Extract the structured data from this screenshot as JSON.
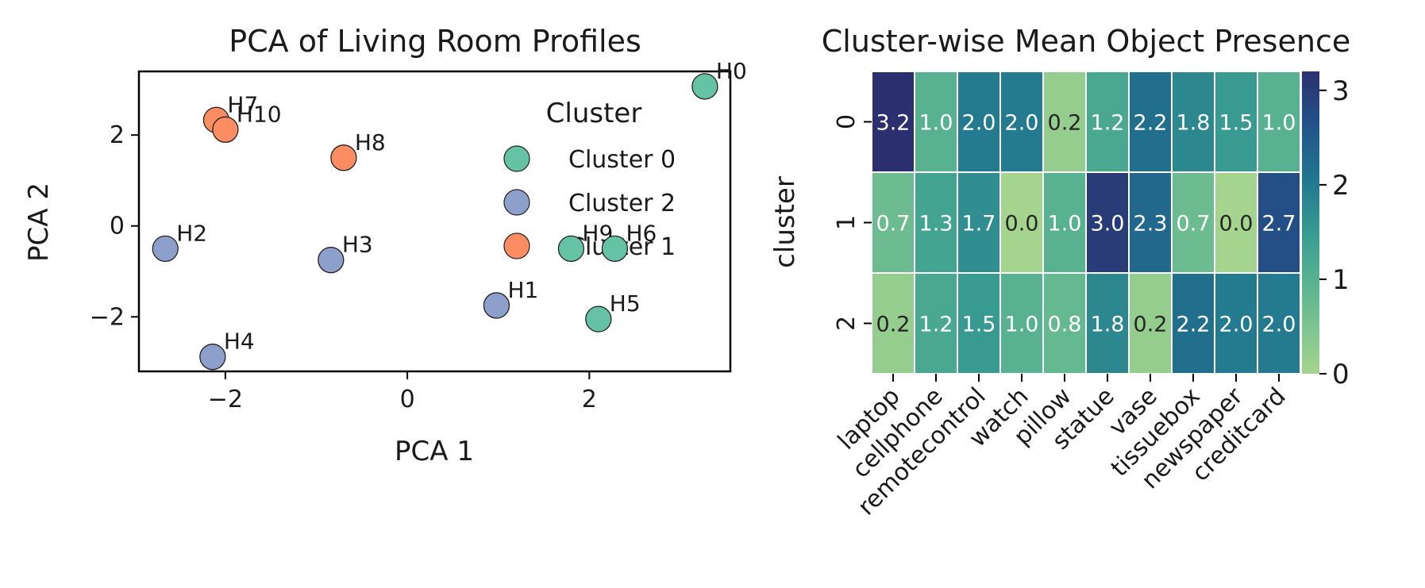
{
  "chart_data": [
    {
      "type": "scatter",
      "title": "PCA of Living Room Profiles",
      "xlabel": "PCA 1",
      "ylabel": "PCA 2",
      "xlim": [
        -2.95,
        3.55
      ],
      "ylim": [
        -3.2,
        3.4
      ],
      "xticks": [
        {
          "value": -2,
          "label": "−2"
        },
        {
          "value": 0,
          "label": "0"
        },
        {
          "value": 2,
          "label": "2"
        }
      ],
      "yticks": [
        {
          "value": -2,
          "label": "−2"
        },
        {
          "value": 0,
          "label": "0"
        },
        {
          "value": 2,
          "label": "2"
        }
      ],
      "grid": false,
      "legend": {
        "title": "Cluster",
        "placement": "upper-right",
        "entries": [
          {
            "label": "Cluster 0",
            "color": "#66c2a5"
          },
          {
            "label": "Cluster 2",
            "color": "#8da0cb"
          },
          {
            "label": "Cluster 1",
            "color": "#fc8d62"
          }
        ]
      },
      "series": [
        {
          "name": "Cluster 0",
          "color": "#66c2a5",
          "points": [
            {
              "label": "H0",
              "x": 3.27,
              "y": 3.07
            },
            {
              "label": "H9",
              "x": 1.8,
              "y": -0.5
            },
            {
              "label": "H6",
              "x": 2.28,
              "y": -0.5
            },
            {
              "label": "H5",
              "x": 2.1,
              "y": -2.05
            }
          ]
        },
        {
          "name": "Cluster 2",
          "color": "#8da0cb",
          "points": [
            {
              "label": "H2",
              "x": -2.66,
              "y": -0.5
            },
            {
              "label": "H3",
              "x": -0.84,
              "y": -0.75
            },
            {
              "label": "H1",
              "x": 0.98,
              "y": -1.75
            },
            {
              "label": "H4",
              "x": -2.14,
              "y": -2.88
            }
          ]
        },
        {
          "name": "Cluster 1",
          "color": "#fc8d62",
          "points": [
            {
              "label": "H7",
              "x": -2.1,
              "y": 2.33
            },
            {
              "label": "H10",
              "x": -2.0,
              "y": 2.12
            },
            {
              "label": "H8",
              "x": -0.7,
              "y": 1.5
            }
          ]
        }
      ]
    },
    {
      "type": "heatmap",
      "title": "Cluster-wise Mean Object Presence",
      "ylabel": "cluster",
      "xlabel": "",
      "columns": [
        "laptop",
        "cellphone",
        "remotecontrol",
        "watch",
        "pillow",
        "statue",
        "vase",
        "tissuebox",
        "newspaper",
        "creditcard"
      ],
      "rows": [
        "0",
        "1",
        "2"
      ],
      "values": [
        [
          3.2,
          1.0,
          2.0,
          2.0,
          0.2,
          1.2,
          2.2,
          1.8,
          1.5,
          1.0
        ],
        [
          0.7,
          1.3,
          1.7,
          0.0,
          1.0,
          3.0,
          2.3,
          0.7,
          0.0,
          2.7
        ],
        [
          0.2,
          1.2,
          1.5,
          1.0,
          0.8,
          1.8,
          0.2,
          2.2,
          2.0,
          2.0
        ]
      ],
      "colormap": "crest",
      "vmin": 0,
      "vmax": 3.2,
      "colorbar_ticks": [
        0,
        1,
        2,
        3
      ],
      "colors": {
        "low": "#a5d48e",
        "mid": "#3a9e91",
        "high": "#2c2f6f"
      }
    }
  ]
}
